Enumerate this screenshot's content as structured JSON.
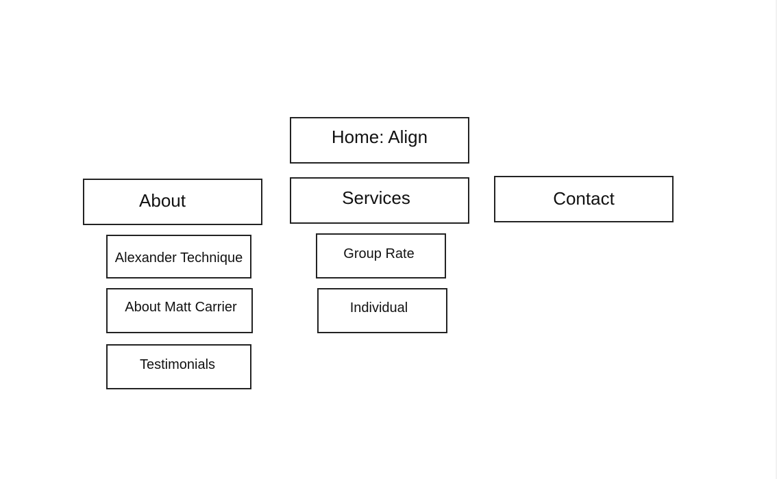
{
  "sitemap": {
    "home": "Home: Align",
    "sections": [
      {
        "label": "About",
        "children": [
          "Alexander Technique",
          "About Matt Carrier",
          "Testimonials"
        ]
      },
      {
        "label": "Services",
        "children": [
          "Group Rate",
          "Individual"
        ]
      },
      {
        "label": "Contact",
        "children": []
      }
    ]
  },
  "colors": {
    "background": "#ffffff",
    "border": "#222222",
    "text": "#111111"
  }
}
